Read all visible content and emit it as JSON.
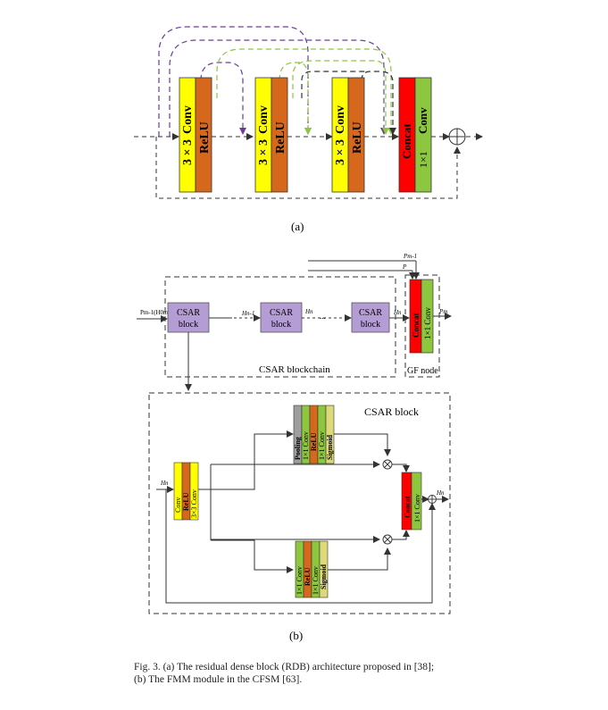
{
  "panel_a": {
    "block_labels": {
      "conv": "Conv",
      "kernel": "3 × 3",
      "relu": "ReLU"
    },
    "concat": "Concat",
    "conv1x1": "Conv",
    "kernel1x1": "1×1",
    "sublabel": "(a)"
  },
  "panel_b": {
    "input_label": "Pm-1(H0m-1)",
    "csar_block": [
      "CSAR",
      "block"
    ],
    "h_prev": "Hn-1",
    "h_n": "Hn",
    "dots": "...",
    "h_last": "Hn",
    "p_top": "Pm-1",
    "p_mid": "P",
    "p_out": "Pm",
    "chain_label": "CSAR blockchain",
    "gf_label": "GF node",
    "gf_concat": "Concat",
    "gf_conv": "1×1 Conv",
    "detail_title": "CSAR block",
    "hn_in": "Hn",
    "hn_out": "Hn",
    "first_block": {
      "conv": "Conv",
      "relu": "ReLU",
      "kernel": "3×3 Conv"
    },
    "ca_block": {
      "pool": "Pooling",
      "c1": "1×1 Conv",
      "relu": "ReLU",
      "c2": "1×1 Conv",
      "sig": "Sigmoid"
    },
    "sa_block": {
      "c1": "1×1 Conv",
      "relu": "ReLU",
      "c2": "1×1 Conv",
      "sig": "Sigmoid"
    },
    "out_concat": "Concat",
    "out_conv": "1×1 Conv",
    "sublabel": "(b)"
  },
  "caption": {
    "line1": "Fig. 3.   (a) The residual dense block (RDB) architecture proposed in [38];",
    "line2": "(b) The FMM module in the CFSM  [63]."
  },
  "colors": {
    "yellow": "#ffff00",
    "orange": "#d5681d",
    "red": "#ff0000",
    "green": "#8dc63f",
    "purple": "#b49cd4",
    "gray": "#9e9e9e",
    "sigmoid": "#ddd87a"
  }
}
